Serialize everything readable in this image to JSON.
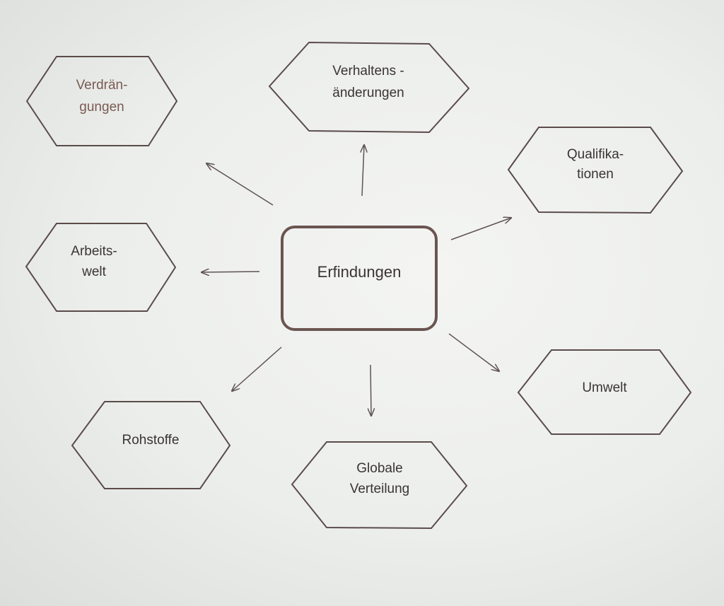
{
  "center": {
    "label": "Erfindungen"
  },
  "nodes": {
    "verdraengungen": {
      "line1": "Verdrän-",
      "line2": "gungen"
    },
    "verhaltensaenderungen": {
      "line1": "Verhaltens -",
      "line2": "änderungen"
    },
    "qualifikationen": {
      "line1": "Qualifika-",
      "line2": "tionen"
    },
    "arbeitswelt": {
      "line1": "Arbeits-",
      "line2": "welt"
    },
    "rohstoffe": {
      "line1": "Rohstoffe"
    },
    "globale_verteilung": {
      "line1": "Globale",
      "line2": "Verteilung"
    },
    "umwelt": {
      "line1": "Umwelt"
    }
  },
  "colors": {
    "stroke": "#5a4c4a",
    "center_stroke": "#6b5550",
    "text": "#3a3434"
  }
}
